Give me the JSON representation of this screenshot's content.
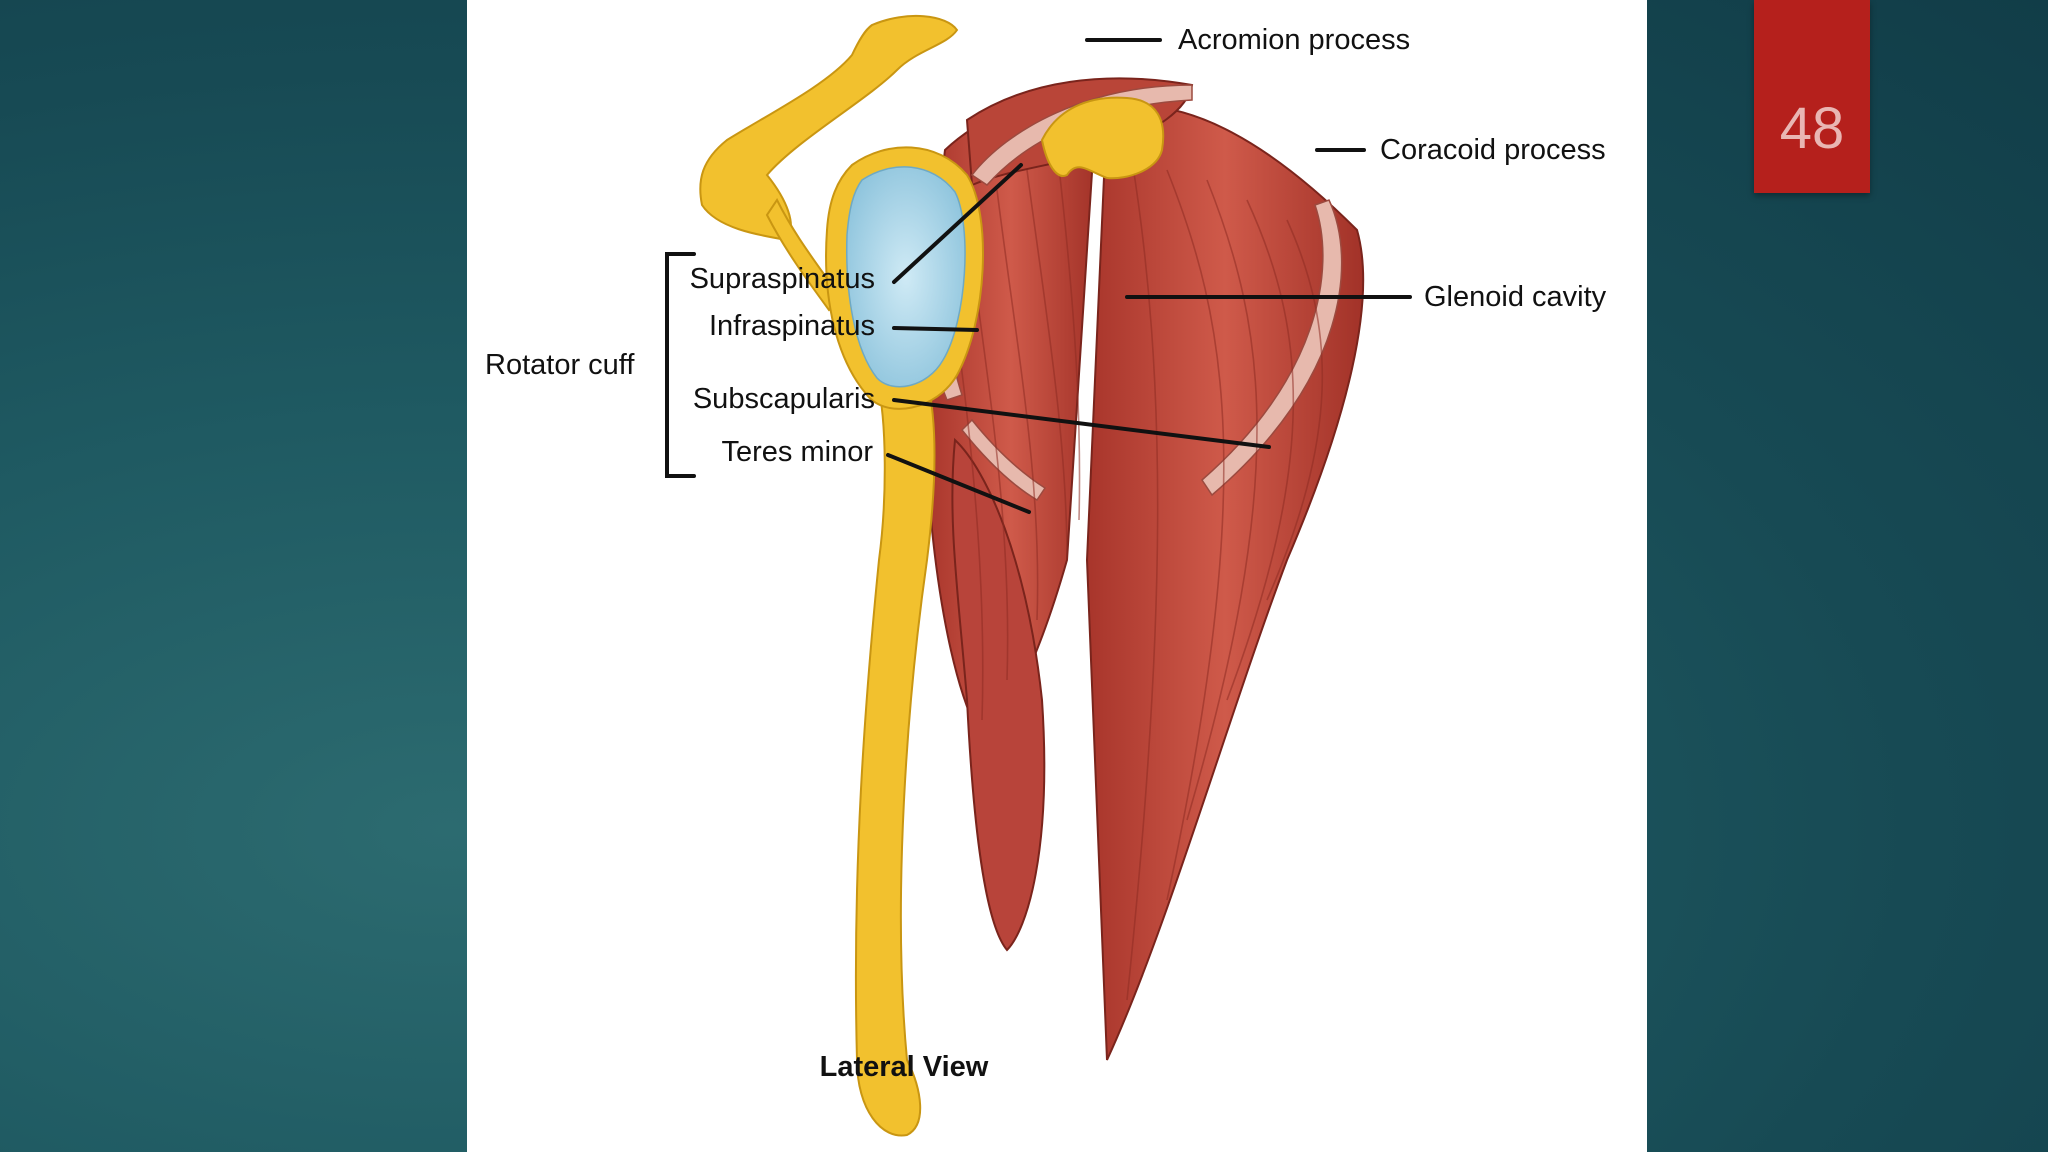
{
  "slide": {
    "number": "48"
  },
  "labels": {
    "acromion": "Acromion process",
    "coracoid": "Coracoid process",
    "glenoid": "Glenoid cavity",
    "rotator_cuff": "Rotator cuff",
    "supraspinatus": "Supraspinatus",
    "infraspinatus": "Infraspinatus",
    "subscapularis": "Subscapularis",
    "teres_minor": "Teres minor"
  },
  "caption": "Lateral View",
  "colors": {
    "muscle": "#c1473a",
    "muscle_dark": "#8e2b22",
    "bone": "#f2c12e",
    "glenoid": "#a8d6e8",
    "slide_number_bg": "#b5201c"
  }
}
